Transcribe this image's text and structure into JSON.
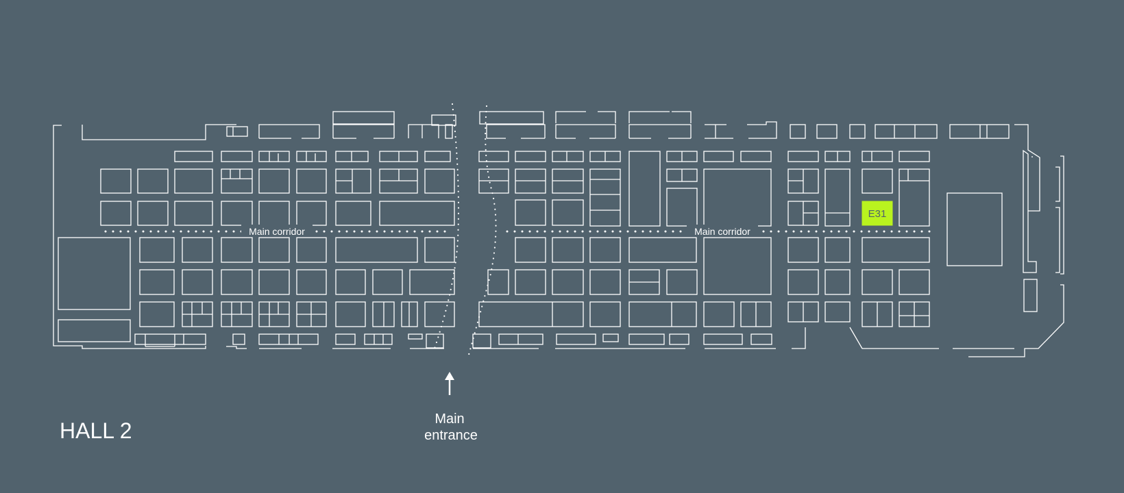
{
  "hall": {
    "title": "HALL 2"
  },
  "corridors": {
    "left_label": "Main corridor",
    "right_label": "Main corridor"
  },
  "entrance": {
    "line1": "Main",
    "line2": "entrance",
    "arrow_icon": "arrow-up-icon"
  },
  "highlight": {
    "booth": "E31",
    "color": "#b9f31f"
  },
  "colors": {
    "background": "#51626d",
    "lines": "#ffffff"
  }
}
